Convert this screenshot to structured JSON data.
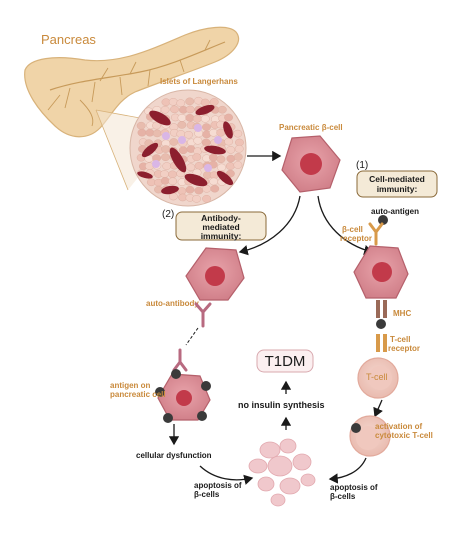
{
  "labels": {
    "pancreas": "Pancreas",
    "islets": "Islets of Langerhans",
    "pancreatic_beta_cell": "Pancreatic β-cell",
    "num_1": "(1)",
    "num_2": "(2)",
    "cell_mediated": [
      "Cell-mediated",
      "immunity:"
    ],
    "antibody_mediated": [
      "Antibody-",
      "mediated",
      "immunity:"
    ],
    "auto_antigen": "auto-antigen",
    "beta_cell_receptor": [
      "β-cell",
      "receptor"
    ],
    "auto_antibody": "auto-antibody",
    "mhc": "MHC",
    "t_cell_receptor": [
      "T-cell",
      "receptor"
    ],
    "t_cell": "T-cell",
    "activation": [
      "activation of",
      "cytotoxic T-cell"
    ],
    "antigen_on_pancreatic": [
      "antigen on",
      "pancreatic cell"
    ],
    "cellular_dysfunction": "cellular dysfunction",
    "t1dm": "T1DM",
    "no_insulin": "no insulin synthesis",
    "apoptosis_left": [
      "apoptosis of",
      "β-cells"
    ],
    "apoptosis_right": [
      "apoptosis of",
      "β-cells"
    ]
  },
  "colors": {
    "cell_fill": "#d98a92",
    "cell_stroke": "#b5606b",
    "nucleus": "#c23a4a",
    "orange_text": "#c98a3c",
    "box_fill": "#f4ead7",
    "box_stroke": "#8a6a3a",
    "pancreas_fill": "#f0d4a8",
    "arrow": "#1a1a1a"
  }
}
